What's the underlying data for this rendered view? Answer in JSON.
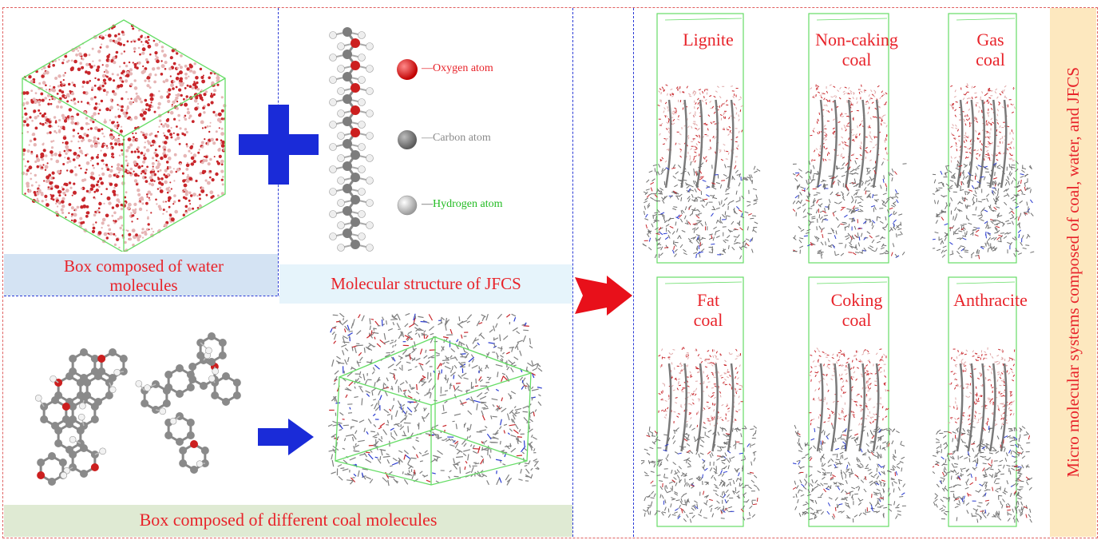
{
  "panels": {
    "water_box": {
      "label": "Box composed of water molecules",
      "label_bg": "#d4e3f3"
    },
    "jfcs": {
      "label": "Molecular structure of JFCS",
      "label_bg": "#e6f4fb"
    },
    "coal_box": {
      "label": "Box composed of different coal molecules",
      "label_bg": "#dfead3"
    },
    "systems": {
      "side_title": "Micro molecular systems composed of coal, water, and JFCS",
      "side_bg": "#fde8bf",
      "coals": [
        {
          "l1": "Lignite",
          "l2": ""
        },
        {
          "l1": "Non-caking",
          "l2": "coal"
        },
        {
          "l1": "Gas",
          "l2": "coal"
        },
        {
          "l1": "Fat",
          "l2": "coal"
        },
        {
          "l1": "Coking",
          "l2": "coal"
        },
        {
          "l1": "Anthracite",
          "l2": ""
        }
      ]
    }
  },
  "legend": [
    {
      "text": "Oxygen atom",
      "color": "#e8232a"
    },
    {
      "text": "Carbon atom",
      "color": "#8a8a8a"
    },
    {
      "text": "Hydrogen atom",
      "color": "#22bb22"
    }
  ],
  "colors": {
    "label_red": "#e8232a",
    "border_red": "#e06060",
    "divider_blue": "#2b3bd6",
    "arrow_blue": "#1a2bd8",
    "arrow_red": "#e8101a",
    "box_green": "#66dd66"
  }
}
